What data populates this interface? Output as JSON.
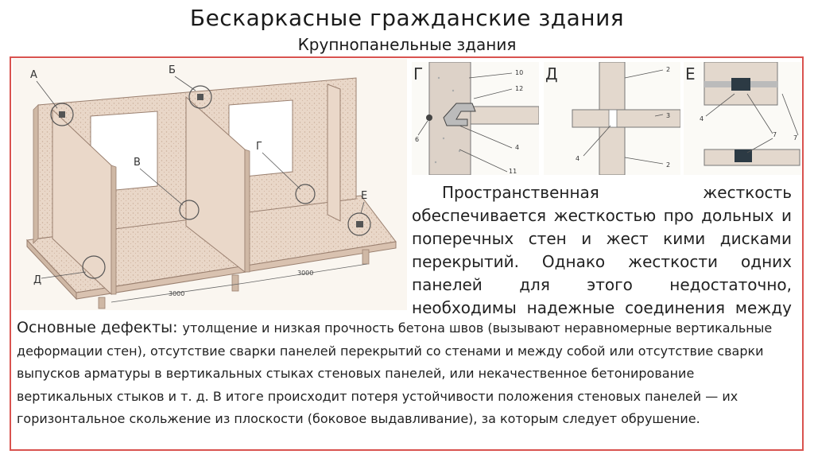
{
  "header": {
    "title": "Бескаркасные гражданские здания",
    "subtitle": "Крупнопанельные здания"
  },
  "figure": {
    "markers": [
      "А",
      "Б",
      "В",
      "Г",
      "Д",
      "Е"
    ],
    "dimensions": [
      "3000",
      "3000"
    ],
    "details": {
      "g": {
        "letter": "Г",
        "numbers": [
          "10",
          "12",
          "6",
          "4",
          "11"
        ]
      },
      "d": {
        "letter": "Д",
        "numbers": [
          "2",
          "3",
          "4",
          "2"
        ]
      },
      "e": {
        "letter": "Е",
        "numbers": [
          "4",
          "7",
          "7"
        ]
      }
    }
  },
  "paragraph": "Пространственная жесткость обеспечивается жесткостью про дольных и поперечных стен и жест кими дисками перекрытий. Однако жесткости одних панелей для этого недостаточно, необходимы надежные соединения между ними.",
  "defects": {
    "lead": "Основные дефекты: ",
    "text": "утолщение и низкая прочность бетона швов (вызывают неравномерные вертикальные деформации стен), отсутствие сварки панелей перекрытий со стенами и между собой или отсутствие сварки выпусков арматуры в вертикальных стыках стеновых панелей, или некачественное бетонирование вертикальных стыков и т. д. В итоге происходит потеря устойчивости положения стеновых панелей — их горизонтальное скольжение из плоскости (боковое выдавливание), за которым следует обрушение."
  }
}
